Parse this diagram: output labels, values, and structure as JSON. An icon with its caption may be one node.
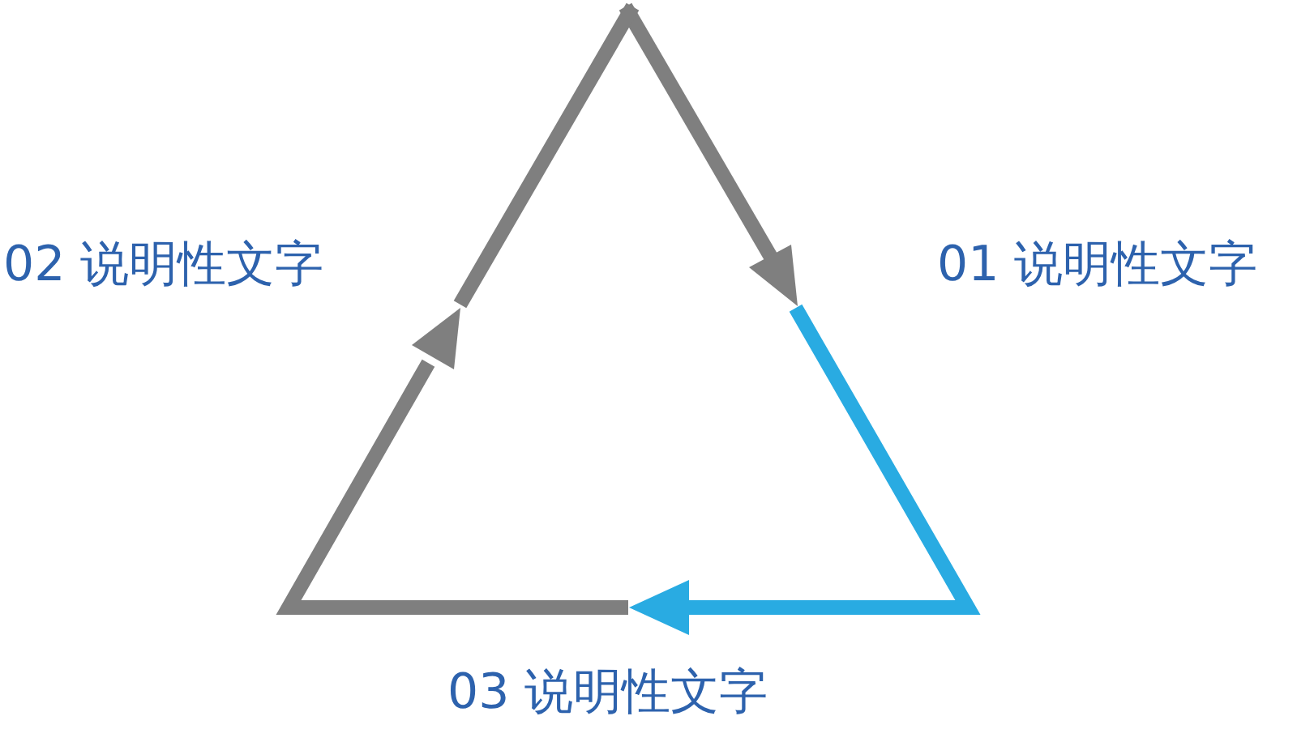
{
  "diagram": {
    "labels": [
      "02 说明性文字",
      "01 说明性文字",
      "03 说明性文字"
    ]
  }
}
